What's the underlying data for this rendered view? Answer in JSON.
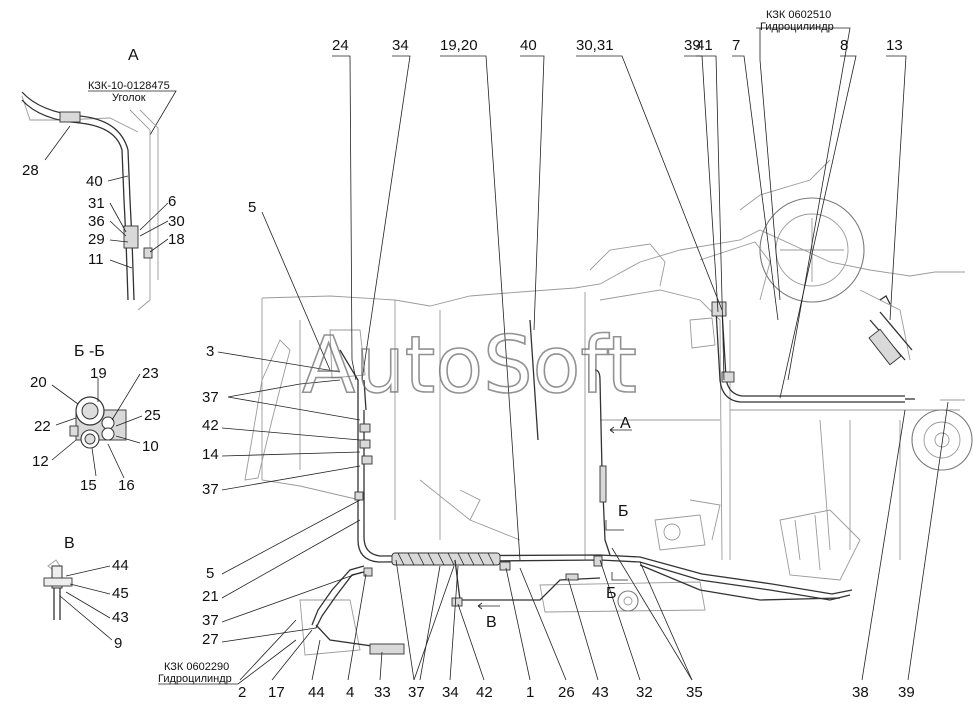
{
  "watermark": "AutoSoft",
  "views": {
    "a": {
      "title": "А",
      "part_code": "КЗК-10-0128475",
      "part_name": "Уголок",
      "labels": [
        "28",
        "40",
        "31",
        "36",
        "29",
        "11",
        "6",
        "30",
        "18"
      ]
    },
    "b": {
      "title": "Б -Б",
      "labels": [
        "20",
        "22",
        "12",
        "19",
        "23",
        "25",
        "10",
        "15",
        "16"
      ]
    },
    "v": {
      "title": "В",
      "labels": [
        "44",
        "45",
        "43",
        "9"
      ]
    }
  },
  "main": {
    "top_labels": [
      "24",
      "34",
      "19,20",
      "40",
      "30,31",
      "39",
      "41",
      "7",
      "8",
      "13"
    ],
    "top_note": {
      "code": "КЗК 0602510",
      "name": "Гидроцилиндр"
    },
    "left_labels": [
      "5",
      "3",
      "37",
      "42",
      "14",
      "37",
      "5",
      "21",
      "37",
      "27"
    ],
    "bottom_labels": [
      "2",
      "17",
      "44",
      "4",
      "33",
      "37",
      "34",
      "42",
      "1",
      "26",
      "43",
      "32",
      "35",
      "38",
      "39"
    ],
    "bottom_note": {
      "code": "КЗК 0602290",
      "name": "Гидроцилиндр"
    },
    "section_marks": {
      "a": "А",
      "b_top": "Б",
      "b_bottom": "Б",
      "v": "В"
    }
  }
}
